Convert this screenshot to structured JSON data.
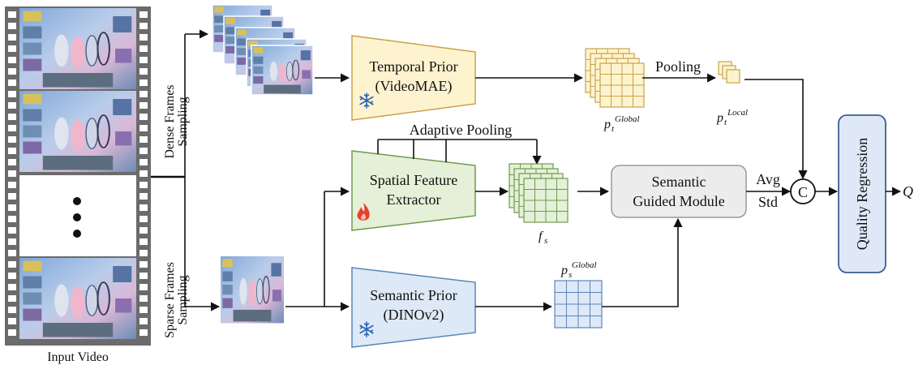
{
  "inputs": {
    "video_label": "Input Video"
  },
  "sampling": {
    "dense": [
      "Dense Frames",
      "Sampling"
    ],
    "sparse": [
      "Sparse Frames",
      "Sampling"
    ]
  },
  "modules": {
    "temporal_prior": [
      "Temporal Prior",
      "(VideoMAE)"
    ],
    "spatial_extractor": [
      "Spatial Feature",
      "Extractor"
    ],
    "semantic_prior": [
      "Semantic Prior",
      "(DINOv2)"
    ],
    "semantic_guided": [
      "Semantic",
      "Guided Module"
    ],
    "quality_regression": "Quality Regression"
  },
  "labels": {
    "pooling": "Pooling",
    "adaptive_pooling": "Adaptive Pooling",
    "avg": "Avg",
    "std": "Std",
    "concat_symbol": "C",
    "output": "Q"
  },
  "features": {
    "pt_global_base": "p",
    "pt_global_sub": "t",
    "pt_global_sup": "Global",
    "pt_local_base": "p",
    "pt_local_sub": "t",
    "pt_local_sup": "Local",
    "fs_base": "f",
    "fs_sub": "s",
    "ps_global_base": "p",
    "ps_global_sub": "s",
    "ps_global_sup": "Global"
  },
  "colors": {
    "temporal_fill": "#fdf3cf",
    "temporal_stroke": "#c9a24a",
    "spatial_fill": "#e4f0d8",
    "spatial_stroke": "#6f9a4d",
    "semantic_fill": "#dde9f6",
    "semantic_stroke": "#5a86b8",
    "guided_fill": "#ececec",
    "guided_stroke": "#9a9a9a",
    "regression_fill": "#dfe8f6",
    "regression_stroke": "#3b5f96",
    "flame": "#e8402a",
    "snowflake": "#2f63b5"
  },
  "icons": {
    "snowflake": "snowflake-icon",
    "flame": "flame-icon",
    "film_strip": "film-strip-icon"
  }
}
